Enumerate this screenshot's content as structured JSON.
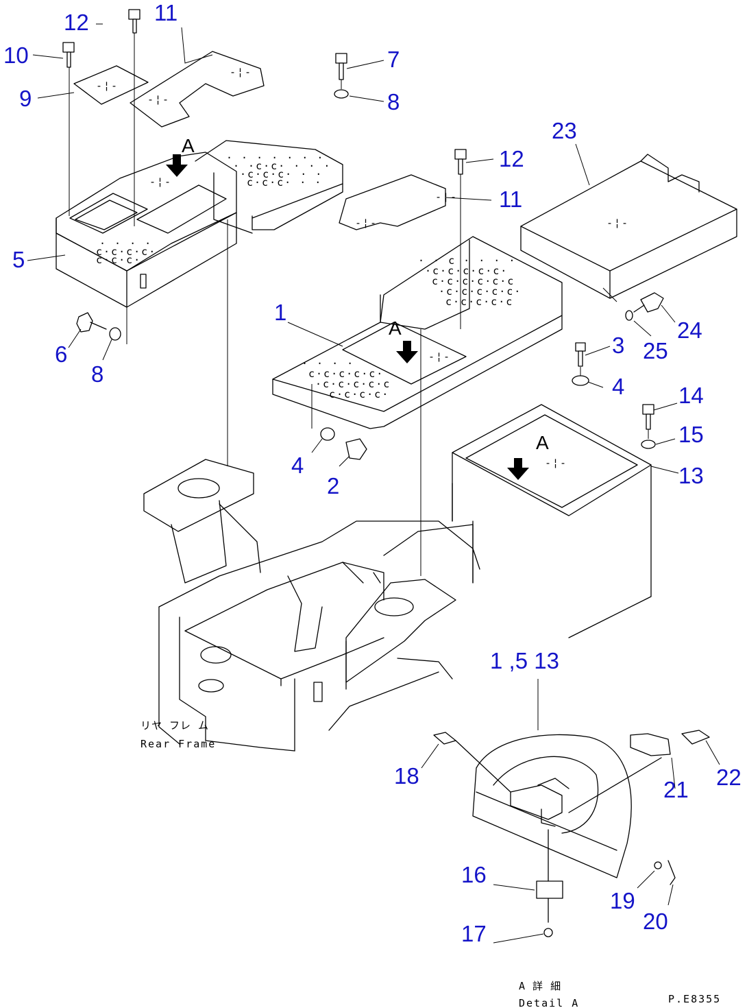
{
  "callouts": [
    {
      "id": "c12a",
      "text": "12"
    },
    {
      "id": "c11a",
      "text": "11"
    },
    {
      "id": "c10",
      "text": "10"
    },
    {
      "id": "c9",
      "text": "9"
    },
    {
      "id": "c7",
      "text": "7"
    },
    {
      "id": "c8a",
      "text": "8"
    },
    {
      "id": "c23",
      "text": "23"
    },
    {
      "id": "c12b",
      "text": "12"
    },
    {
      "id": "c11b",
      "text": "11"
    },
    {
      "id": "c5",
      "text": "5"
    },
    {
      "id": "c1",
      "text": "1"
    },
    {
      "id": "c24",
      "text": "24"
    },
    {
      "id": "c25",
      "text": "25"
    },
    {
      "id": "c3",
      "text": "3"
    },
    {
      "id": "c6",
      "text": "6"
    },
    {
      "id": "c8b",
      "text": "8"
    },
    {
      "id": "c4a",
      "text": "4"
    },
    {
      "id": "c14",
      "text": "14"
    },
    {
      "id": "c15",
      "text": "15"
    },
    {
      "id": "c13",
      "text": "13"
    },
    {
      "id": "c4b",
      "text": "4"
    },
    {
      "id": "c2",
      "text": "2"
    },
    {
      "id": "c1513",
      "text": "1 ,5 13"
    },
    {
      "id": "c18",
      "text": "18"
    },
    {
      "id": "c22",
      "text": "22"
    },
    {
      "id": "c21",
      "text": "21"
    },
    {
      "id": "c16",
      "text": "16"
    },
    {
      "id": "c19",
      "text": "19"
    },
    {
      "id": "c20",
      "text": "20"
    },
    {
      "id": "c17",
      "text": "17"
    }
  ],
  "view_markers": {
    "a1": "A",
    "a2": "A",
    "a3": "A"
  },
  "labels": {
    "rear_frame_jp": "リヤ フレ ム",
    "rear_frame_en": "Rear Frame",
    "detail_jp": "A 詳 細",
    "detail_en": "Detail A",
    "drawing_code": "P.E8355"
  }
}
